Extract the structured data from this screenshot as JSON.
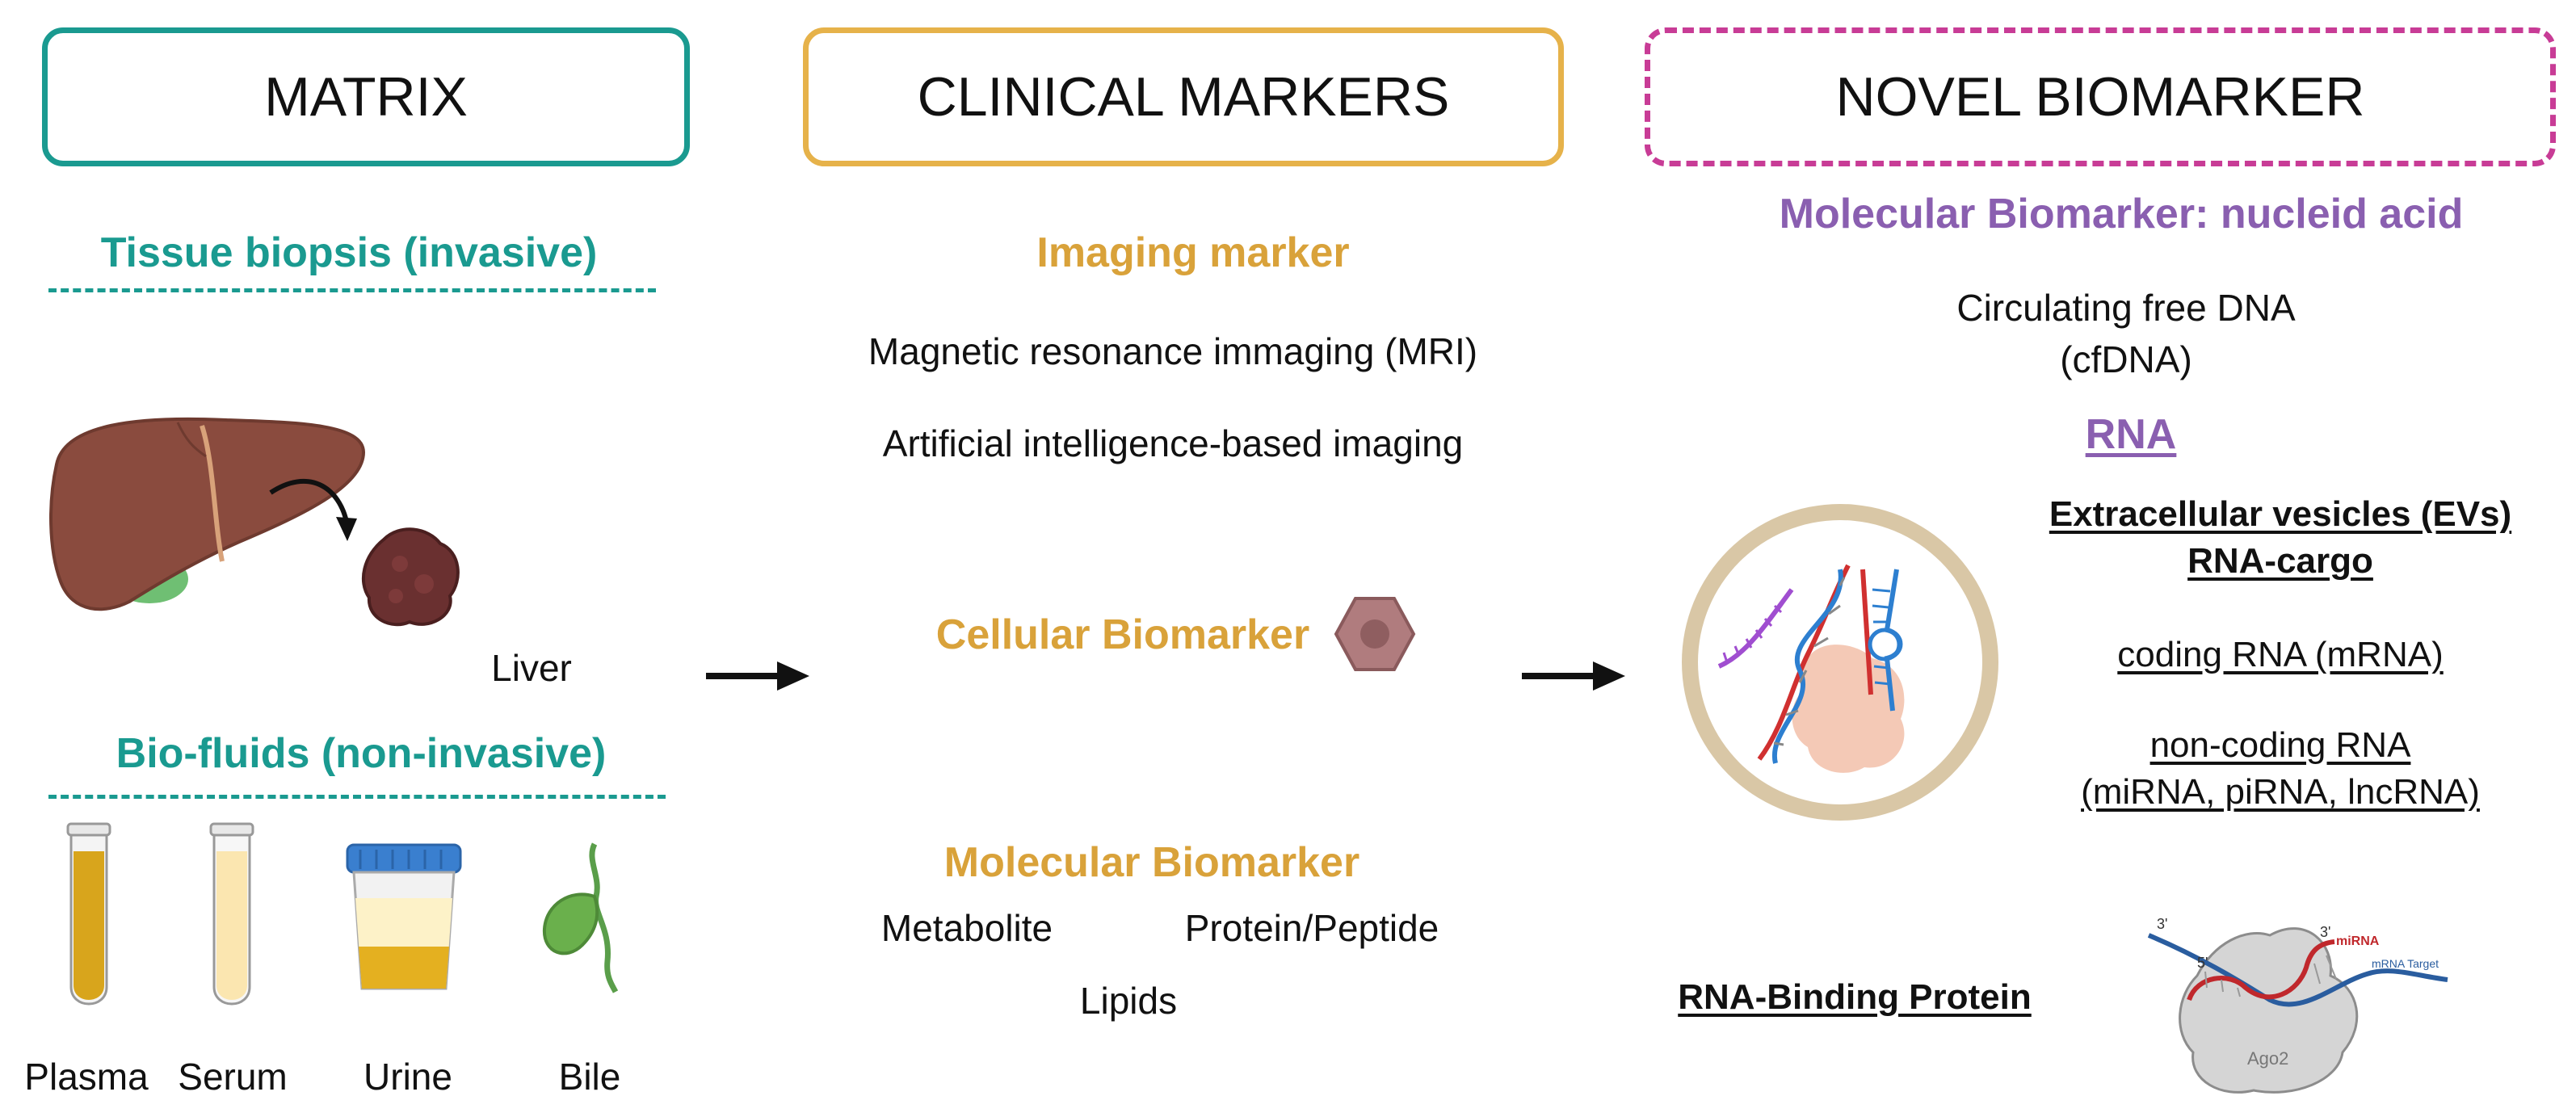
{
  "columns": {
    "matrix": {
      "header": "MATRIX",
      "tissue_title": "Tissue biopsis (invasive)",
      "liver_label": "Liver",
      "fluids_title": "Bio-fluids (non-invasive)",
      "fluids": [
        "Plasma",
        "Serum",
        "Urine",
        "Bile"
      ],
      "colors": {
        "accent": "#1a9a90"
      }
    },
    "clinical": {
      "header": "CLINICAL MARKERS",
      "imaging_title": "Imaging marker",
      "imaging_items": [
        "Magnetic resonance immaging (MRI)",
        "Artificial intelligence-based imaging"
      ],
      "cellular_title": "Cellular Biomarker",
      "molecular_title": "Molecular Biomarker",
      "molecular_items": [
        "Metabolite",
        "Protein/Peptide",
        "Lipids"
      ],
      "colors": {
        "accent": "#e6b24a",
        "text": "#d9a23a"
      }
    },
    "novel": {
      "header": "NOVEL BIOMARKER",
      "subtitle": "Molecular Biomarker: nucleid acid",
      "cfdna_line1": "Circulating free DNA",
      "cfdna_line2": "(cfDNA)",
      "rna_label": "RNA",
      "ev_line1": "Extracellular vesicles (EVs)",
      "ev_line2": "RNA-cargo",
      "coding_rna": "coding RNA (mRNA)",
      "noncoding_line1": "non-coding RNA",
      "noncoding_line2": "(miRNA, piRNA, lncRNA)",
      "rbp_label": "RNA-Binding Protein",
      "ago2": {
        "protein": "Ago2",
        "mirna": "miRNA",
        "target": "mRNA Target",
        "three_prime": "3'",
        "five_prime": "5'"
      },
      "colors": {
        "accent": "#c83c96",
        "text": "#8a5fb0"
      }
    }
  },
  "icons": {
    "arrows": [
      "right-arrow-icon",
      "right-arrow-icon"
    ],
    "liver": "liver-icon",
    "tumor": "tumor-tissue-icon",
    "cell": "hexagon-cell-icon",
    "tubes": [
      "plasma-tube-icon",
      "serum-tube-icon",
      "urine-cup-icon",
      "gallbladder-icon"
    ],
    "vesicle": "extracellular-vesicle-icon",
    "ago2": "ago2-complex-icon"
  }
}
